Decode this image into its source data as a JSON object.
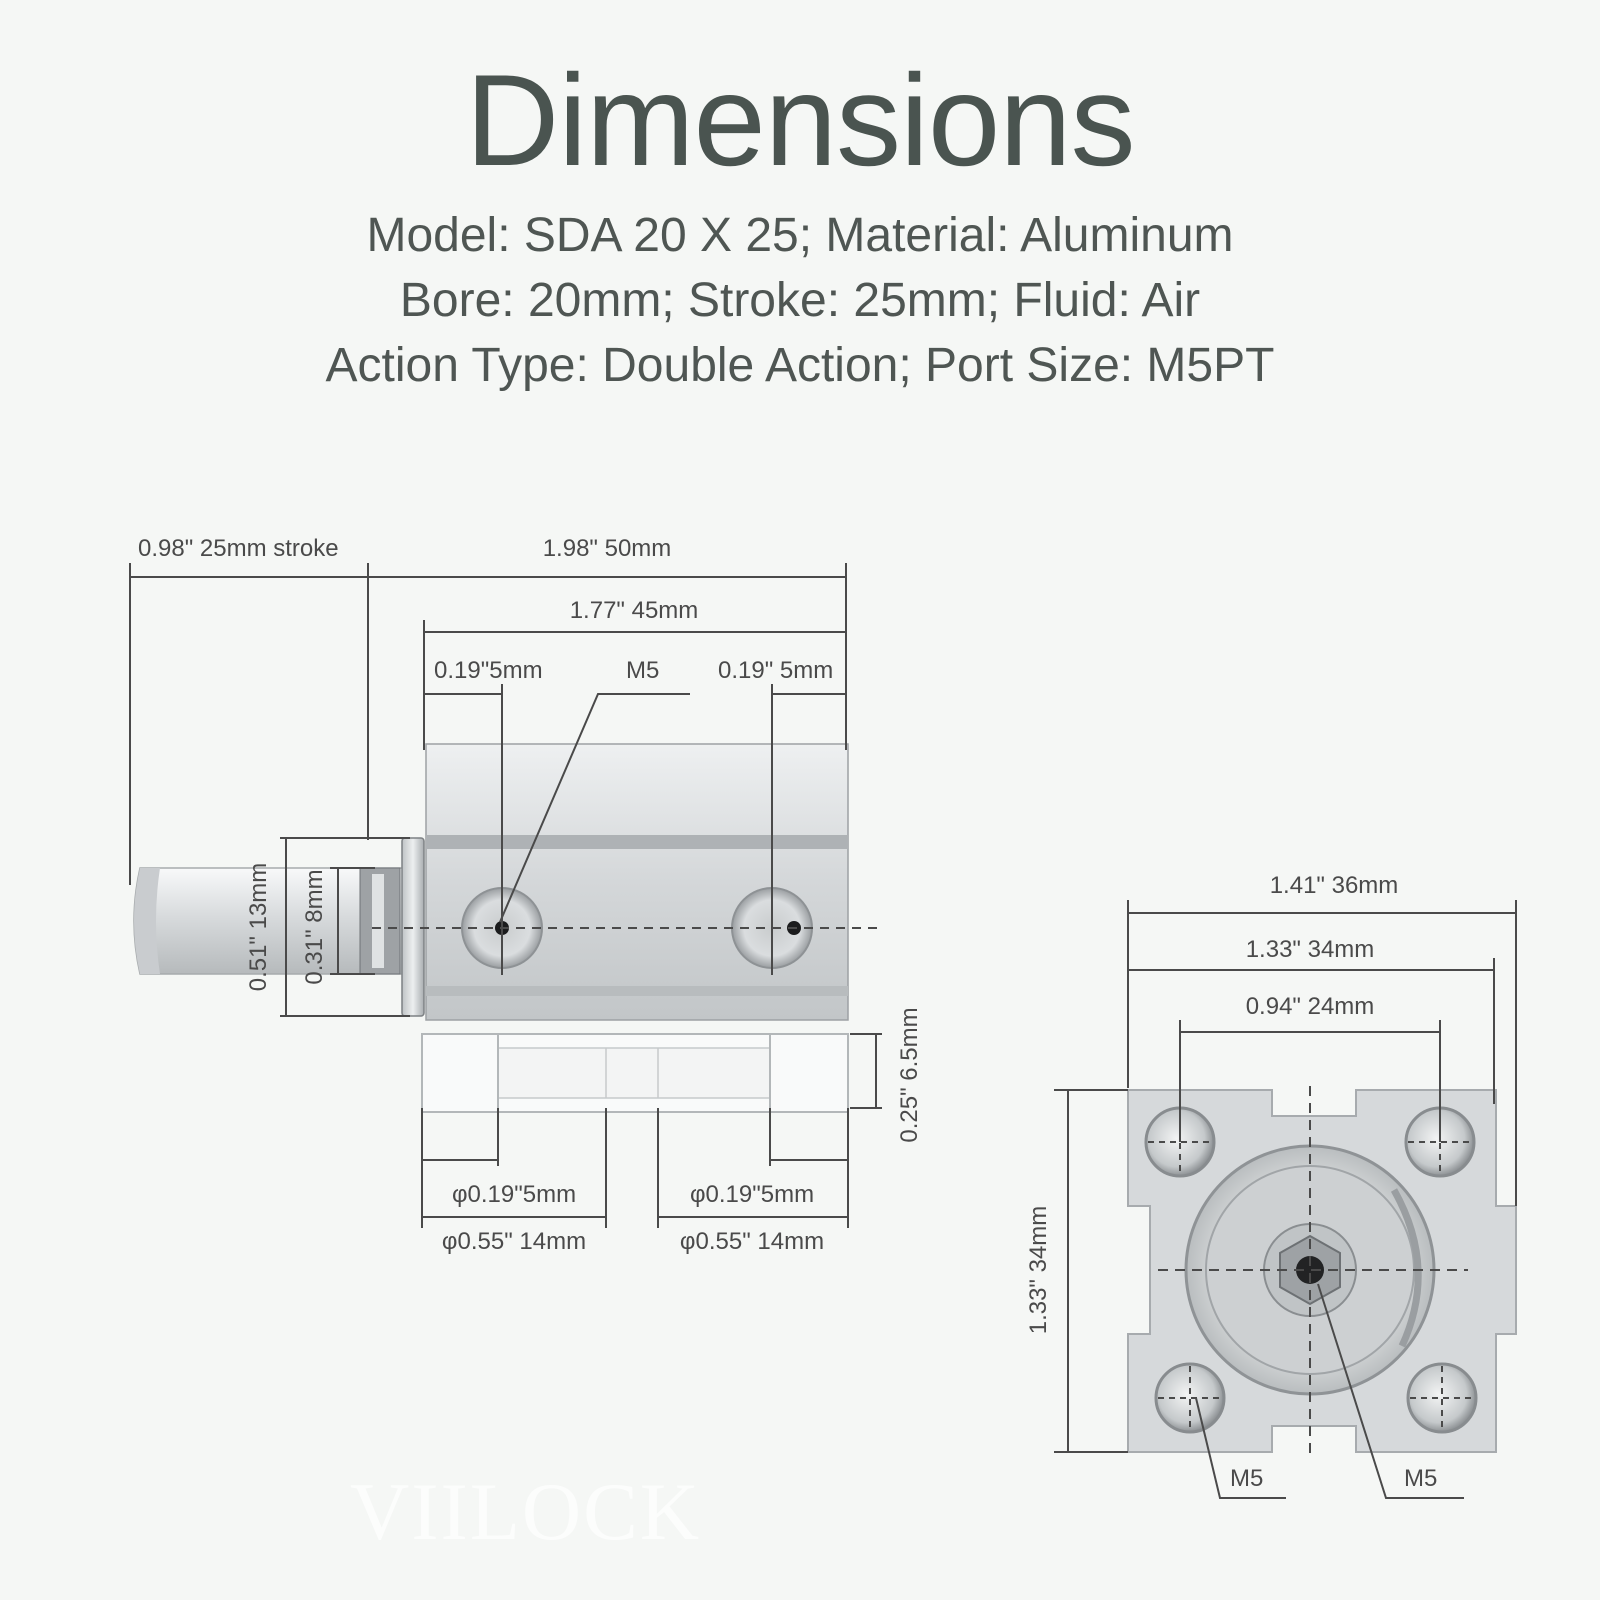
{
  "header": {
    "title": "Dimensions",
    "spec_line_1": "Model: SDA 20 X 25; Material: Aluminum",
    "spec_line_2": "Bore: 20mm; Stroke: 25mm; Fluid: Air",
    "spec_line_3": "Action Type: Double Action; Port Size: M5PT"
  },
  "side_view": {
    "stroke": "0.98\" 25mm stroke",
    "overall_length": "1.98\" 50mm",
    "body_length": "1.77\" 45mm",
    "port_offset_left": "0.19\"5mm",
    "port_label": "M5",
    "port_offset_right": "0.19\" 5mm",
    "rod_flange_dia": "0.51\" 13mm",
    "rod_dia": "0.31\" 8mm",
    "counterbore_depth": "0.25\" 6.5mm",
    "hole_small_left": "φ0.19\"5mm",
    "hole_large_left": "φ0.55\" 14mm",
    "hole_small_right": "φ0.19\"5mm",
    "hole_large_right": "φ0.55\" 14mm"
  },
  "end_view": {
    "overall_width": "1.41\" 36mm",
    "body_width": "1.33\" 34mm",
    "hole_spacing": "0.94\" 24mm",
    "body_height": "1.33\" 34mm",
    "mount_thread": "M5",
    "rod_thread": "M5"
  },
  "watermark": "VIILOCK",
  "colors": {
    "background": "#f5f7f5",
    "dimension_line": "#4a4a4a",
    "aluminum": "#d9dcdd"
  }
}
